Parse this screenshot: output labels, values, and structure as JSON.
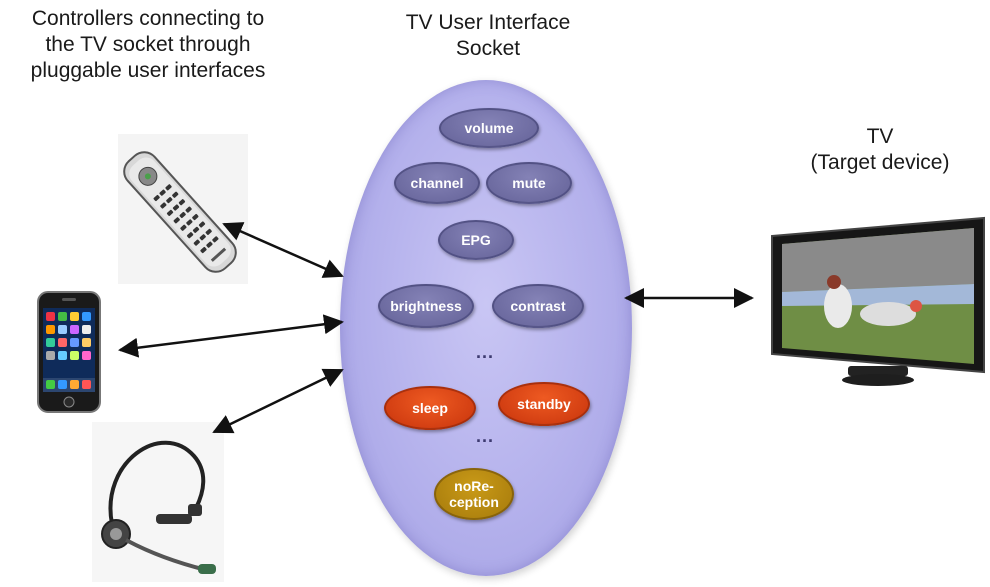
{
  "captions": {
    "left": [
      "Controllers connecting to",
      "the TV socket through",
      "pluggable user interfaces"
    ],
    "socket": [
      "TV User Interface",
      "Socket"
    ],
    "tv": [
      "TV",
      "(Target device)"
    ]
  },
  "socket": {
    "functions": {
      "volume": "volume",
      "channel": "channel",
      "mute": "mute",
      "epg": "EPG",
      "brightness": "brightness",
      "contrast": "contrast",
      "ellipsis_1": "...",
      "sleep": "sleep",
      "standby": "standby",
      "ellipsis_2": "...",
      "noreception": [
        "noRe-",
        "ception"
      ]
    }
  },
  "colors": {
    "socket_fill": "#b4b1ec",
    "function_purple": "#646298",
    "function_orange": "#d9400f",
    "function_gold": "#b8880f"
  },
  "devices": [
    "remote-control",
    "smartphone",
    "headset",
    "flat-screen-tv"
  ]
}
